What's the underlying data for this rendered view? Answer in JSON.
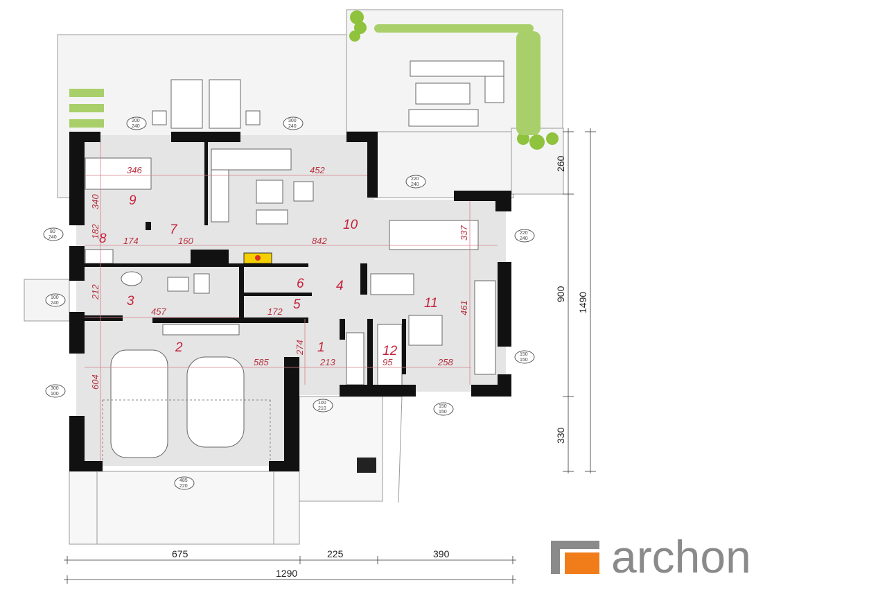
{
  "rooms": [
    "1",
    "2",
    "3",
    "4",
    "5",
    "6",
    "7",
    "8",
    "9",
    "10",
    "11",
    "12"
  ],
  "interior_dimensions": {
    "d346": "346",
    "d452": "452",
    "d340": "340",
    "d182": "182",
    "d174": "174",
    "d160": "160",
    "d842": "842",
    "d337": "337",
    "d212": "212",
    "d457": "457",
    "d172": "172",
    "d461": "461",
    "d274": "274",
    "d585": "585",
    "d213": "213",
    "d95": "95",
    "d258": "258",
    "d604": "604"
  },
  "openings": {
    "w_top1": [
      "200",
      "240"
    ],
    "w_top2": [
      "300",
      "240"
    ],
    "w_top3": [
      "220",
      "240"
    ],
    "w_right1": [
      "220",
      "240"
    ],
    "w_left1": [
      "80",
      "240"
    ],
    "w_left2": [
      "100",
      "240"
    ],
    "w_left3": [
      "300",
      "100"
    ],
    "w_right2": [
      "150",
      "150"
    ],
    "w_bottom": [
      "150",
      "150"
    ],
    "door_entry": [
      "100",
      "210"
    ],
    "garage_door": [
      "485",
      "220"
    ]
  },
  "exterior_dimensions": {
    "right": [
      "260",
      "900",
      "330"
    ],
    "right_total": "1490",
    "bottom": [
      "675",
      "225",
      "390"
    ],
    "bottom_total": "1290"
  },
  "logo": {
    "text": "archon",
    "accent": "#f07d1a",
    "frame": "#8a8a8a"
  }
}
